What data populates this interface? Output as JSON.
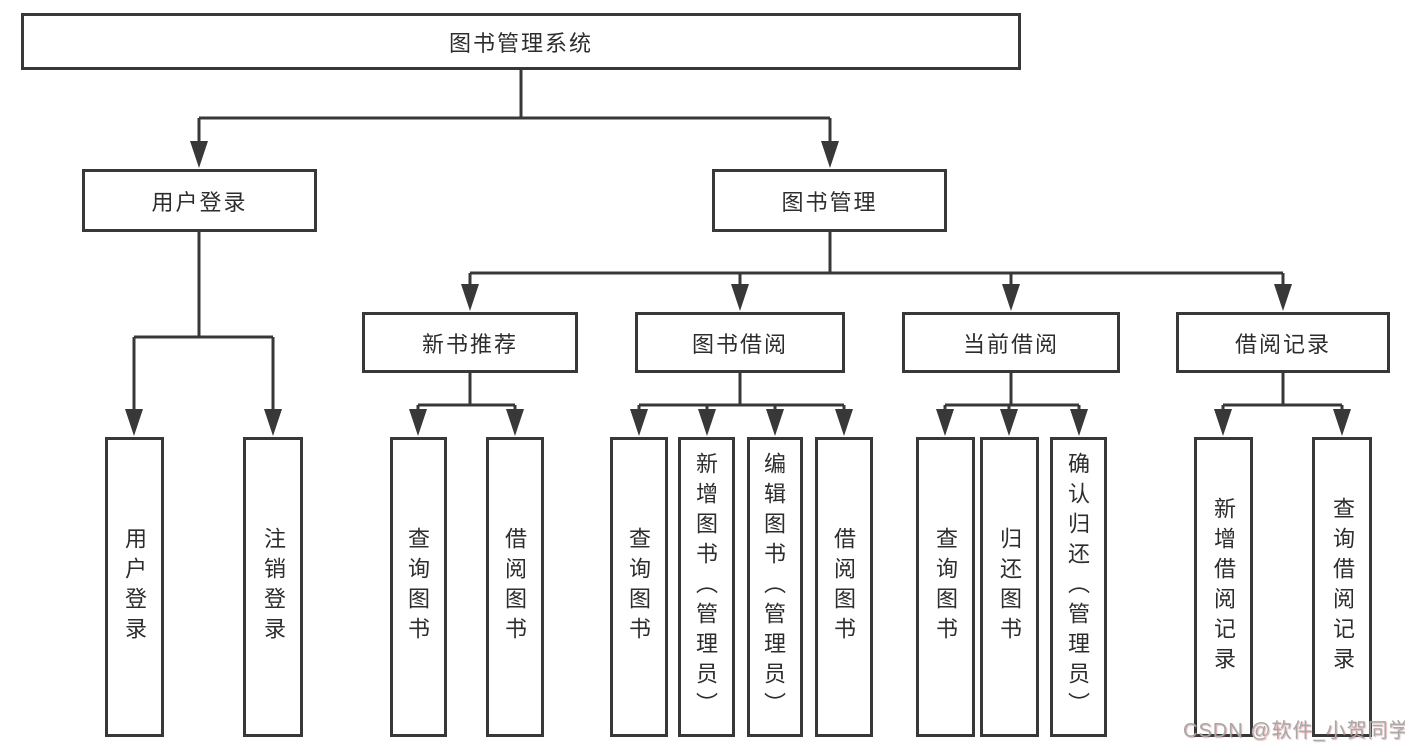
{
  "colors": {
    "line": "#383838",
    "box_border": "#383838",
    "text": "#2d2d2d",
    "background": "#ffffff",
    "watermark": "#a8a8a8"
  },
  "nodes": {
    "root": {
      "label": "图书管理系统"
    },
    "level2": [
      {
        "label": "用户登录"
      },
      {
        "label": "图书管理"
      }
    ],
    "level3": [
      {
        "label": "新书推荐"
      },
      {
        "label": "图书借阅"
      },
      {
        "label": "当前借阅"
      },
      {
        "label": "借阅记录"
      }
    ],
    "leaves_user": [
      {
        "label": "用户登录"
      },
      {
        "label": "注销登录"
      }
    ],
    "leaves_newbook": [
      {
        "label": "查询图书"
      },
      {
        "label": "借阅图书"
      }
    ],
    "leaves_borrow": [
      {
        "label": "查询图书"
      },
      {
        "label": "新增图书（管理员）"
      },
      {
        "label": "编辑图书（管理员）"
      },
      {
        "label": "借阅图书"
      }
    ],
    "leaves_current": [
      {
        "label": "查询图书"
      },
      {
        "label": "归还图书"
      },
      {
        "label": "确认归还（管理员）"
      }
    ],
    "leaves_record": [
      {
        "label": "新增借阅记录"
      },
      {
        "label": "查询借阅记录"
      }
    ]
  },
  "watermark": {
    "text": "CSDN @软件_小贺同学"
  }
}
